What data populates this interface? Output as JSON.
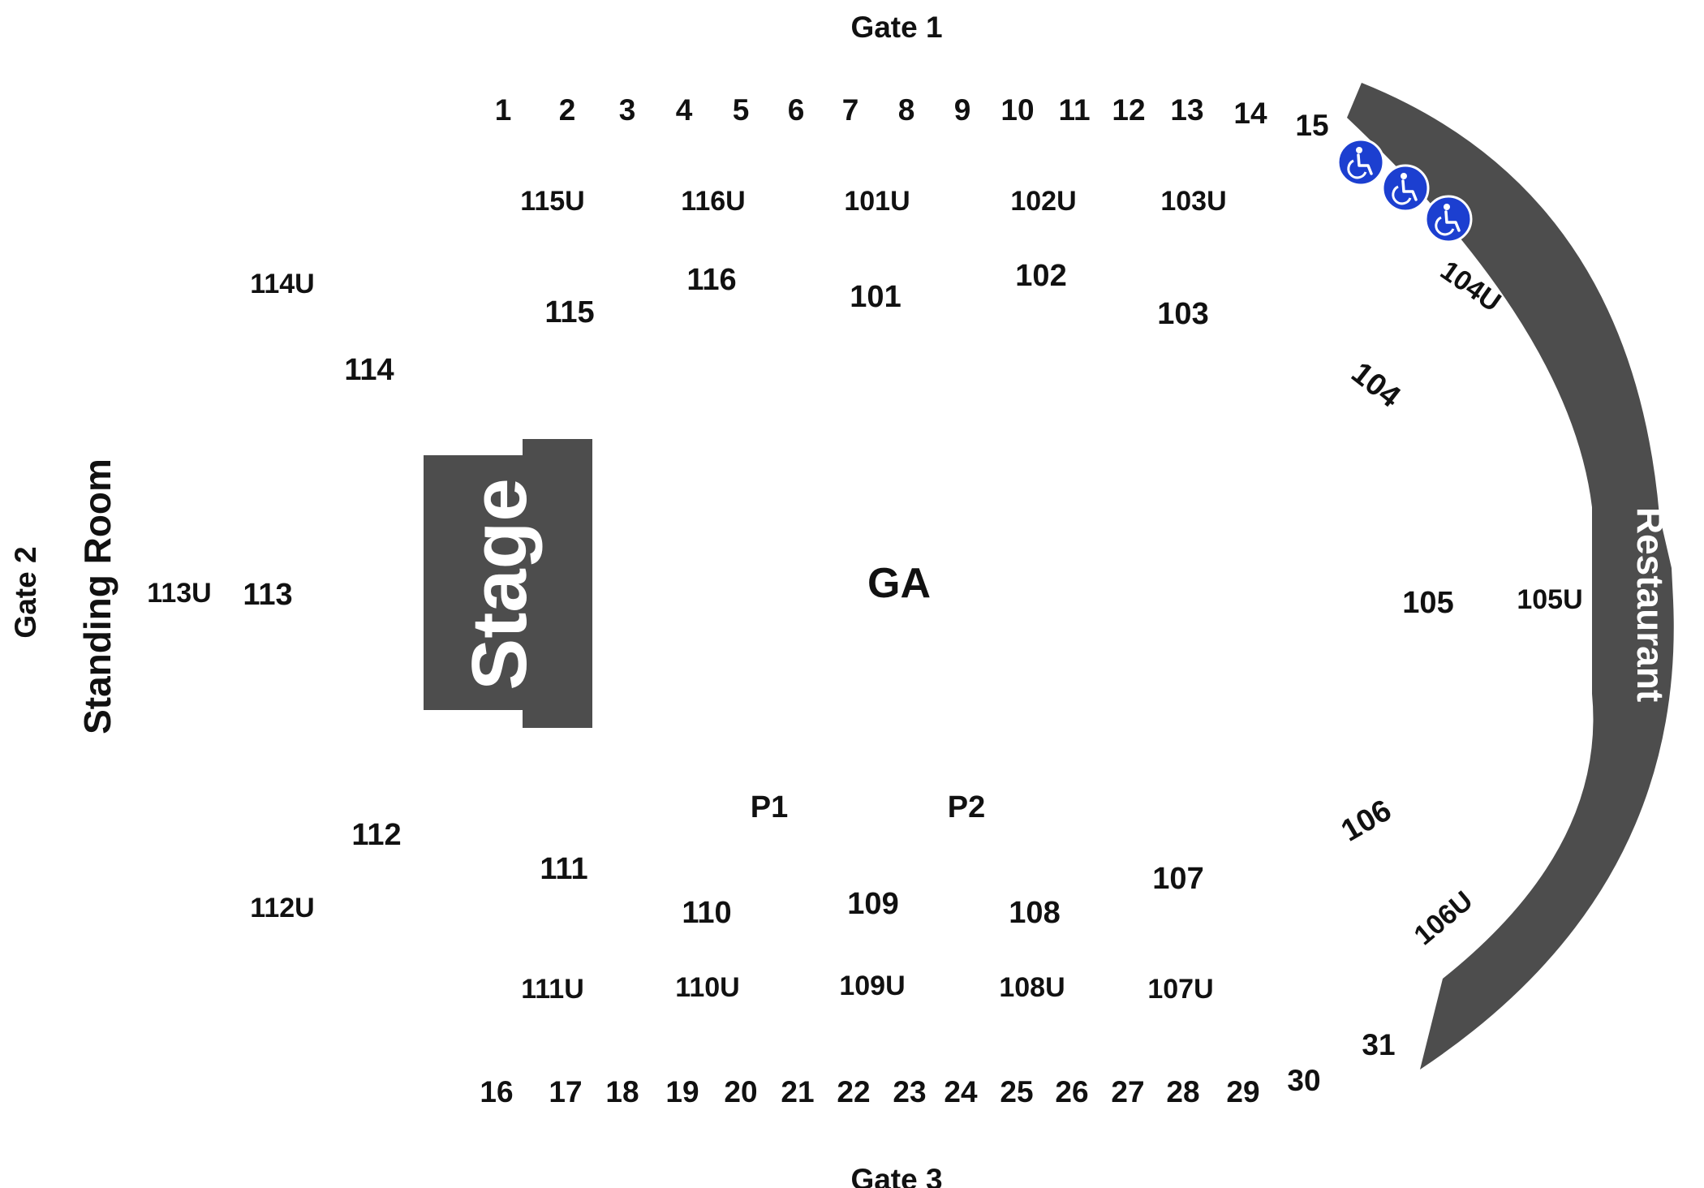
{
  "gates": {
    "top": "Gate 1",
    "left": "Gate 2",
    "bottom": "Gate 3"
  },
  "labels": {
    "standing_room": "Standing Room",
    "stage": "Stage",
    "ga": "GA",
    "restaurant": "Restaurant"
  },
  "rows_top": [
    "1",
    "2",
    "3",
    "4",
    "5",
    "6",
    "7",
    "8",
    "9",
    "10",
    "11",
    "12",
    "13",
    "14",
    "15"
  ],
  "rows_bottom": [
    "16",
    "17",
    "18",
    "19",
    "20",
    "21",
    "22",
    "23",
    "24",
    "25",
    "26",
    "27",
    "28",
    "29",
    "30",
    "31"
  ],
  "sections_upper": {
    "s101U": "101U",
    "s102U": "102U",
    "s103U": "103U",
    "s104U": "104U",
    "s105U": "105U",
    "s106U": "106U",
    "s107U": "107U",
    "s108U": "108U",
    "s109U": "109U",
    "s110U": "110U",
    "s111U": "111U",
    "s112U": "112U",
    "s113U": "113U",
    "s114U": "114U",
    "s115U": "115U",
    "s116U": "116U"
  },
  "sections_lower": {
    "s101": "101",
    "s102": "102",
    "s103": "103",
    "s104": "104",
    "s105": "105",
    "s106": "106",
    "s107": "107",
    "s108": "108",
    "s109": "109",
    "s110": "110",
    "s111": "111",
    "s112": "112",
    "s113": "113",
    "s114": "114",
    "s115": "115",
    "s116": "116"
  },
  "pits": {
    "p1": "P1",
    "p2": "P2"
  },
  "accessible": {
    "count": 3,
    "icon": "wheelchair-icon",
    "color": "#1c3fd0"
  },
  "colors": {
    "structure": "#4d4d4d",
    "text": "#111111"
  }
}
